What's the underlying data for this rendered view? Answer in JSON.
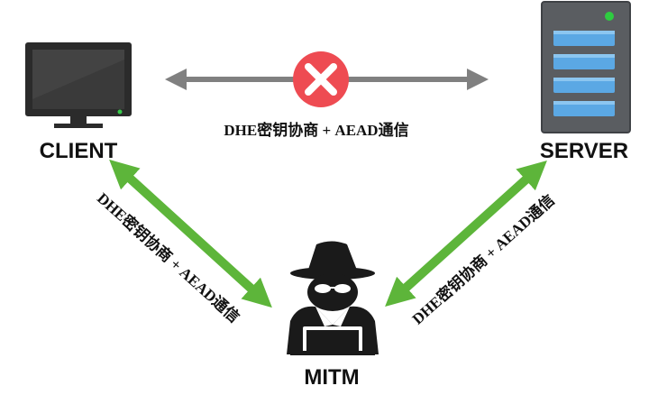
{
  "nodes": {
    "client": {
      "label": "CLIENT"
    },
    "server": {
      "label": "SERVER"
    },
    "mitm": {
      "label": "MITM"
    }
  },
  "edges": {
    "client_server": {
      "label": "DHE密钥协商 + AEAD通信",
      "status": "blocked",
      "color": "#808080"
    },
    "client_mitm": {
      "label": "DHE密钥协商 + AEAD通信",
      "color": "#5db53a"
    },
    "mitm_server": {
      "label": "DHE密钥协商 + AEAD通信",
      "color": "#5db53a"
    }
  },
  "colors": {
    "block": "#ee4b52",
    "server_body": "#5a5d61",
    "server_drive": "#5ba8e4",
    "server_led": "#2ecc40",
    "monitor_frame": "#2b2b2b",
    "monitor_led": "#37c94a"
  },
  "icons": {
    "client": "monitor-icon",
    "server": "server-rack-icon",
    "mitm": "hacker-spy-icon",
    "block": "x-circle-icon"
  }
}
